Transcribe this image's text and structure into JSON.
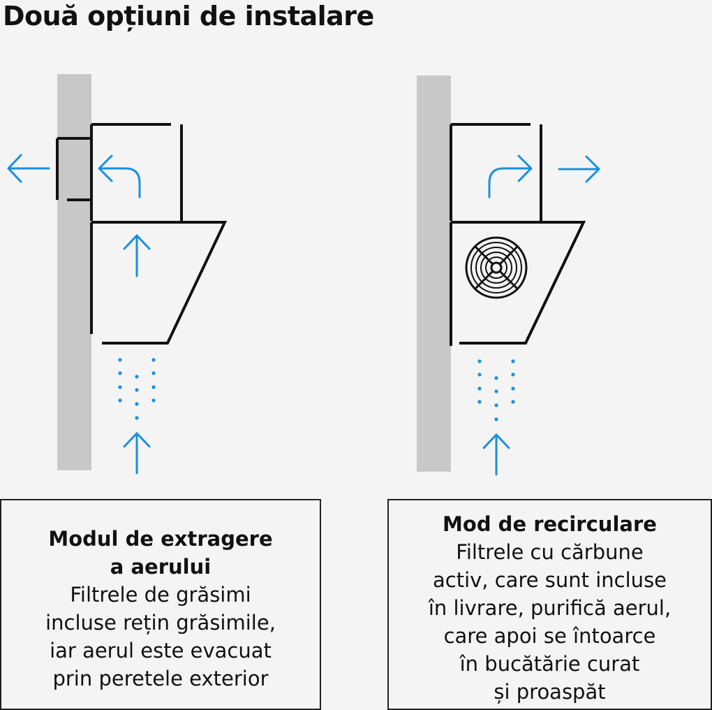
{
  "title": "Două opțiuni de instalare",
  "colors": {
    "arrow": "#1a8fe0",
    "wall": "#c8c8c8",
    "outline": "#111111",
    "background": "#f4f4f4"
  },
  "icons": [
    "arrow-left-icon",
    "arrow-up-icon",
    "arrow-right-icon",
    "fan-icon"
  ],
  "options": [
    {
      "heading_lines": [
        "Modul de extragere",
        "a aerului"
      ],
      "body_lines": [
        "Filtrele de grăsimi",
        "incluse rețin grăsimile,",
        "iar aerul este evacuat",
        "prin peretele exterior"
      ]
    },
    {
      "heading_lines": [
        "Mod de recirculare"
      ],
      "body_lines": [
        "Filtrele cu cărbune",
        "activ, care sunt incluse",
        "în livrare, purifică aerul,",
        "care apoi se întoarce",
        "în bucătărie curat",
        "și proaspăt"
      ]
    }
  ]
}
